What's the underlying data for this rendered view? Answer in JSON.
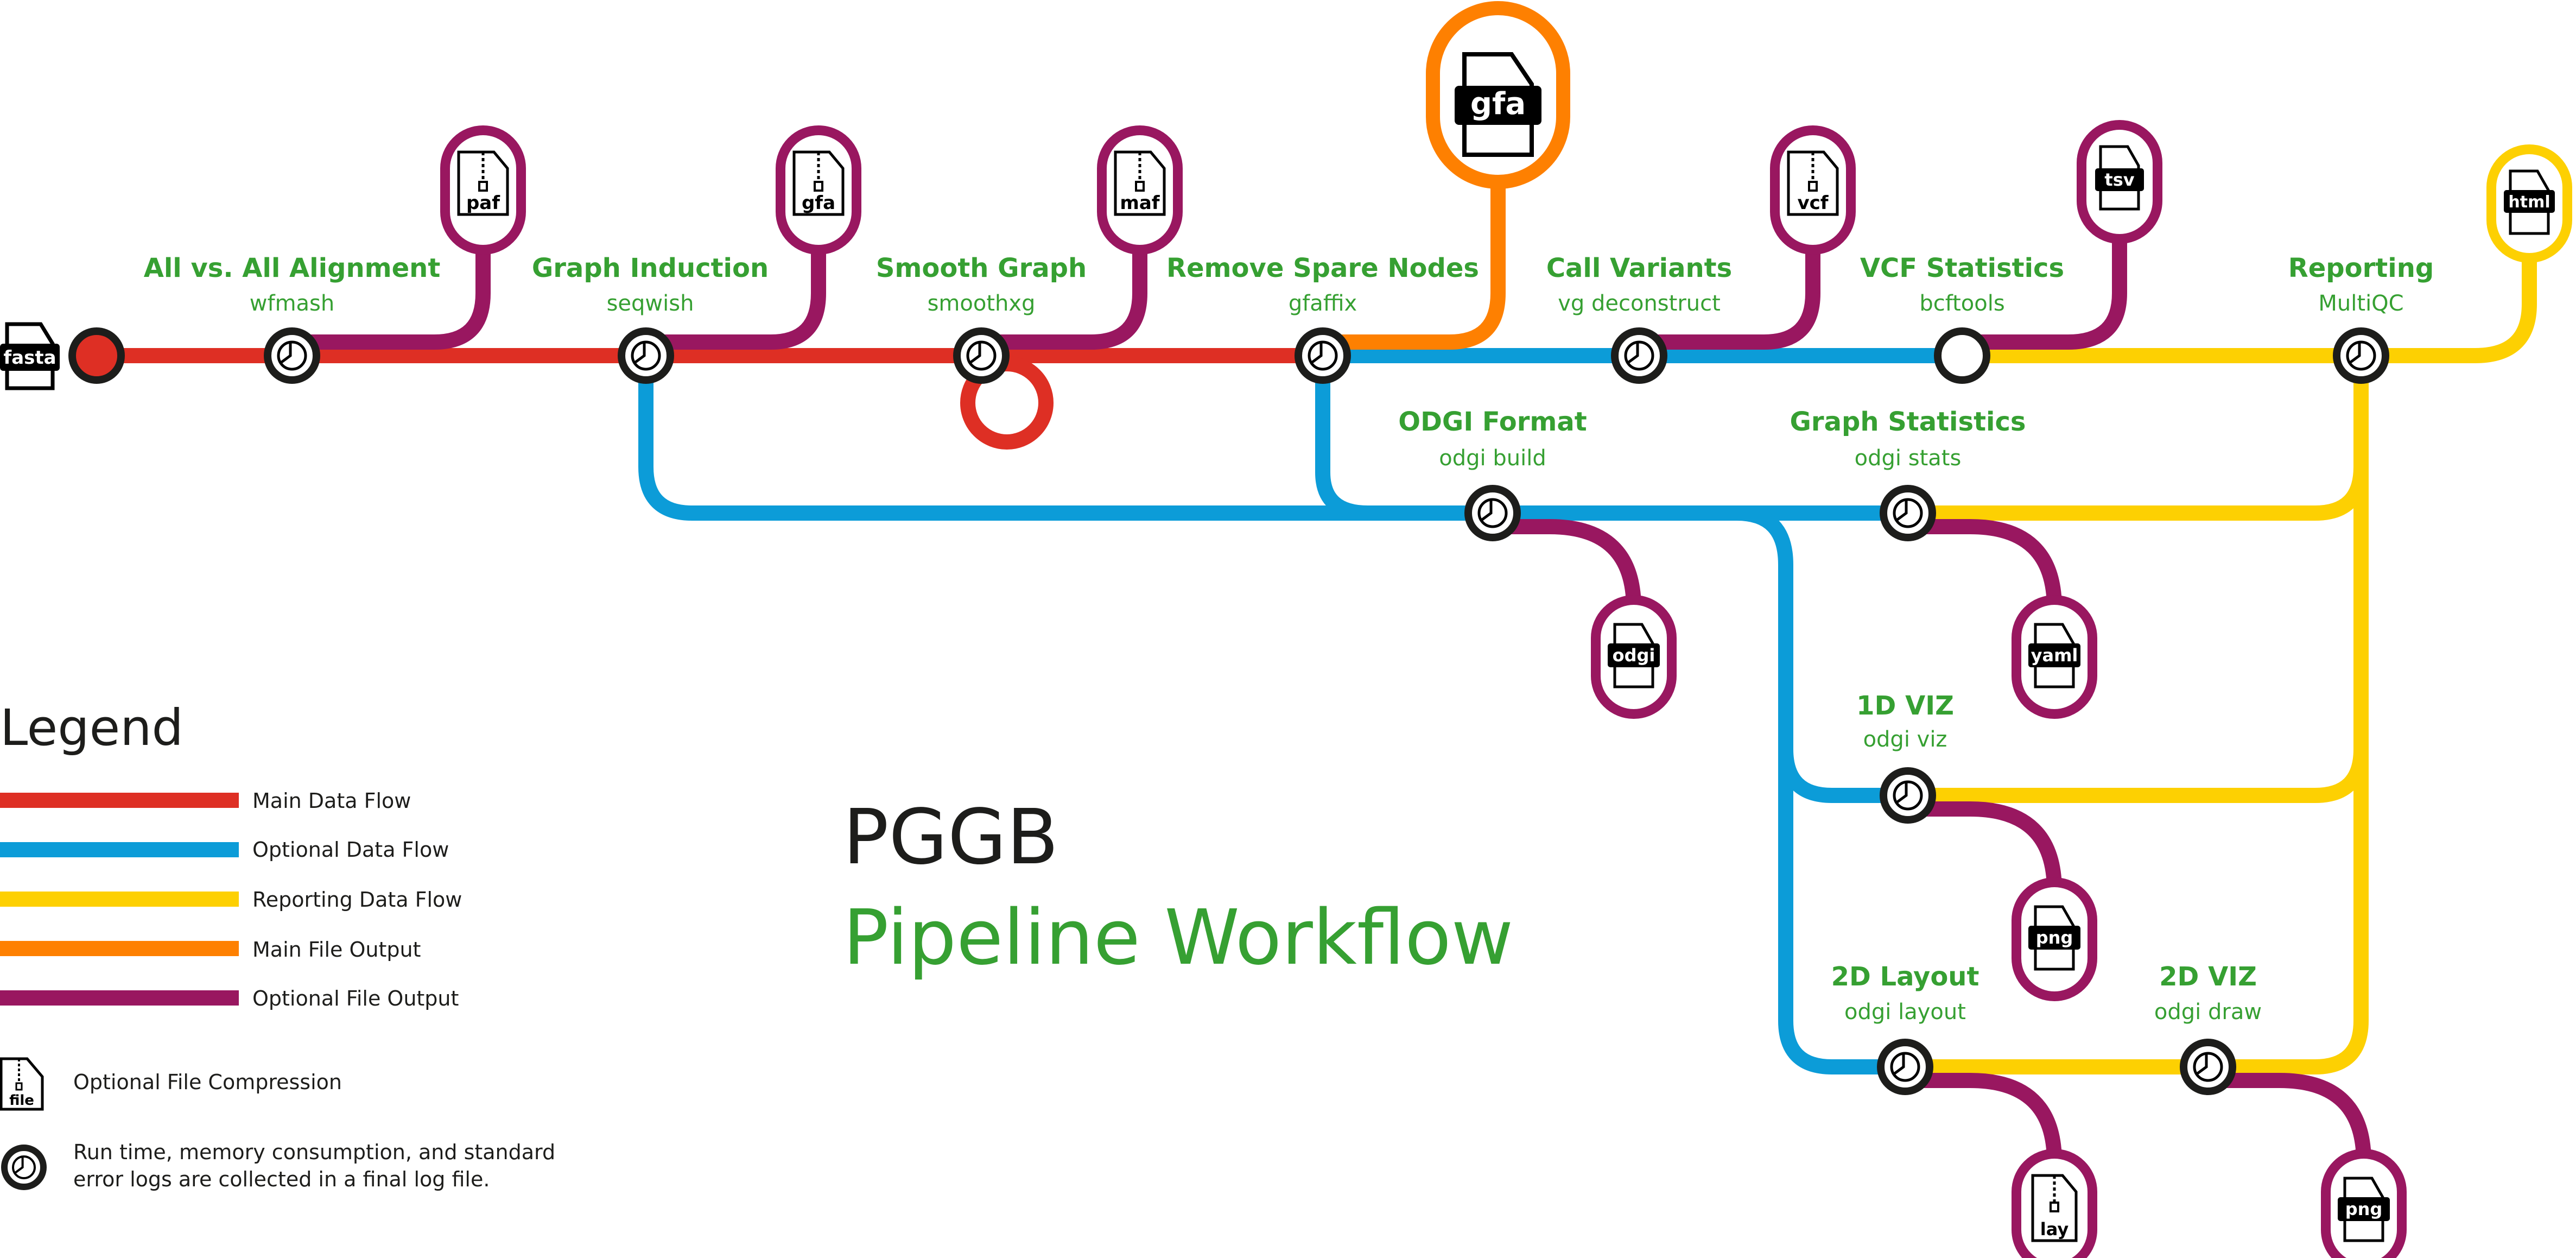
{
  "title": {
    "line1": "PGGB",
    "line2": "Pipeline Workflow"
  },
  "colors": {
    "main_data_flow": "#de2f24",
    "optional_data_flow": "#0c9cd8",
    "reporting_data_flow": "#fdd002",
    "main_file_output": "#fe8001",
    "optional_file_output": "#991760",
    "station_text": "#36a032",
    "node_ring": "#1d1d1b"
  },
  "input": {
    "file_label": "fasta"
  },
  "steps": [
    {
      "id": "alignment",
      "title": "All vs. All Alignment",
      "tool": "wfmash",
      "logged": true
    },
    {
      "id": "induction",
      "title": "Graph Induction",
      "tool": "seqwish",
      "logged": true
    },
    {
      "id": "smooth",
      "title": "Smooth Graph",
      "tool": "smoothxg",
      "logged": true
    },
    {
      "id": "remove",
      "title": "Remove Spare Nodes",
      "tool": "gfaffix",
      "logged": true
    },
    {
      "id": "variants",
      "title": "Call Variants",
      "tool": "vg deconstruct",
      "logged": true
    },
    {
      "id": "vcfstats",
      "title": "VCF Statistics",
      "tool": "bcftools",
      "logged": false
    },
    {
      "id": "reporting",
      "title": "Reporting",
      "tool": "MultiQC",
      "logged": true
    },
    {
      "id": "odgi_build",
      "title": "ODGI Format",
      "tool": "odgi build",
      "logged": true
    },
    {
      "id": "odgi_stats",
      "title": "Graph Statistics",
      "tool": "odgi stats",
      "logged": true
    },
    {
      "id": "viz1d",
      "title": "1D VIZ",
      "tool": "odgi viz",
      "logged": true
    },
    {
      "id": "layout2d",
      "title": "2D Layout",
      "tool": "odgi layout",
      "logged": true
    },
    {
      "id": "viz2d",
      "title": "2D VIZ",
      "tool": "odgi draw",
      "logged": true
    }
  ],
  "outputs": [
    {
      "id": "paf",
      "label": "paf",
      "compressed": true,
      "kind": "optional"
    },
    {
      "id": "gfa_seqwish",
      "label": "gfa",
      "compressed": true,
      "kind": "optional"
    },
    {
      "id": "maf",
      "label": "maf",
      "compressed": true,
      "kind": "optional"
    },
    {
      "id": "gfa_main",
      "label": "gfa",
      "compressed": false,
      "kind": "main"
    },
    {
      "id": "vcf",
      "label": "vcf",
      "compressed": true,
      "kind": "optional"
    },
    {
      "id": "tsv",
      "label": "tsv",
      "compressed": false,
      "kind": "optional"
    },
    {
      "id": "html",
      "label": "html",
      "compressed": false,
      "kind": "reporting"
    },
    {
      "id": "odgi",
      "label": "odgi",
      "compressed": false,
      "kind": "optional"
    },
    {
      "id": "yaml",
      "label": "yaml",
      "compressed": false,
      "kind": "optional"
    },
    {
      "id": "png1d",
      "label": "png",
      "compressed": false,
      "kind": "optional"
    },
    {
      "id": "lay",
      "label": "lay",
      "compressed": true,
      "kind": "optional"
    },
    {
      "id": "png2d",
      "label": "png",
      "compressed": false,
      "kind": "optional"
    }
  ],
  "legend": {
    "title": "Legend",
    "lines": [
      {
        "label": "Main Data Flow",
        "color": "#de2f24"
      },
      {
        "label": "Optional Data Flow",
        "color": "#0c9cd8"
      },
      {
        "label": "Reporting Data Flow",
        "color": "#fdd002"
      },
      {
        "label": "Main File Output",
        "color": "#fe8001"
      },
      {
        "label": "Optional File Output",
        "color": "#991760"
      }
    ],
    "compression": {
      "icon_label": "file",
      "text": "Optional File Compression"
    },
    "logging": {
      "line1": "Run time, memory consumption, and standard",
      "line2": "error logs are collected in a final log file."
    }
  }
}
